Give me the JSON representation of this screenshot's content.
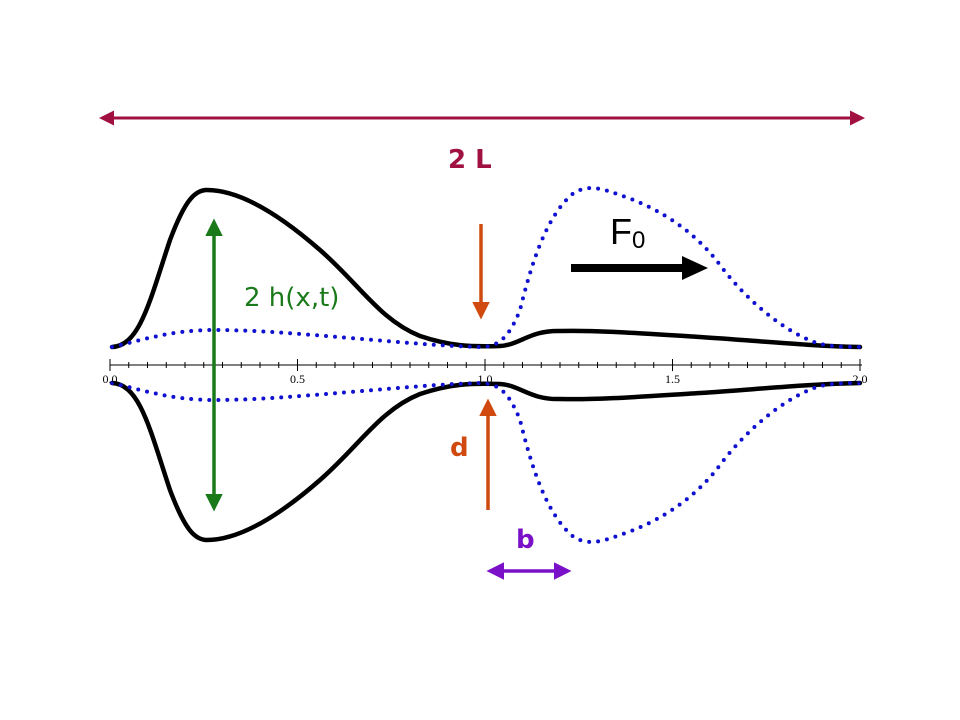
{
  "labels": {
    "length": "2 L",
    "height": "2 h(x,t)",
    "gap": "d",
    "width": "b",
    "force_main": "F",
    "force_sub": "0"
  },
  "axis": {
    "ticks": [
      "0.0",
      "0.5",
      "1.0",
      "1.5",
      "2.0"
    ]
  },
  "colors": {
    "length_arrow": "#a01040",
    "height_arrow": "#1a7a1a",
    "gap_arrow": "#d04a10",
    "width_arrow": "#7a10c8",
    "solid_curve": "#000000",
    "dotted_curve": "#1010d0",
    "axis": "#000000"
  }
}
